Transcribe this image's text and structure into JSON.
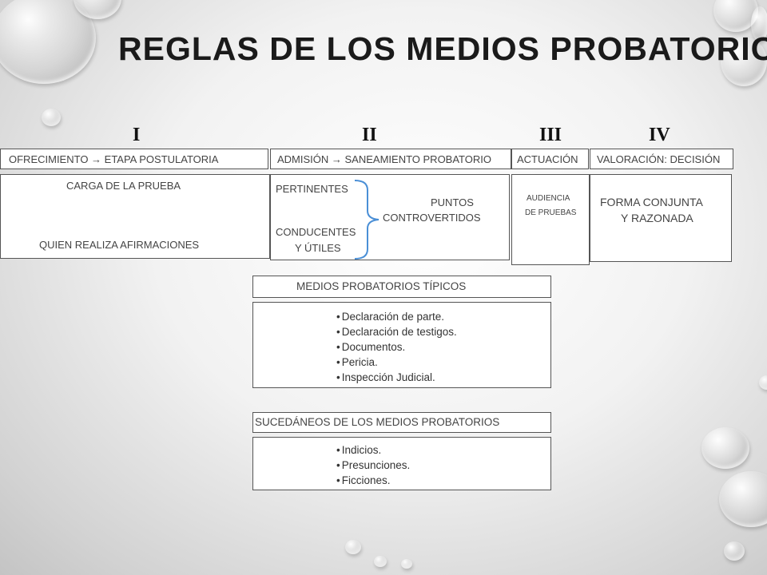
{
  "slide": {
    "title": "REGLAS DE LOS  MEDIOS PROBATORIOS",
    "stages": [
      {
        "numeral": "I",
        "header": "OFRECIMIENTO → ETAPA POSTULATORIA"
      },
      {
        "numeral": "II",
        "header": "ADMISIÓN → SANEAMIENTO PROBATORIO"
      },
      {
        "numeral": "III",
        "header": "ACTUACIÓN"
      },
      {
        "numeral": "IV",
        "header": "VALORACIÓN: DECISIÓN"
      }
    ],
    "stage1": {
      "line1": "CARGA DE LA PRUEBA",
      "line2": "QUIEN REALIZA AFIRMACIONES"
    },
    "stage2": {
      "pertinentes": "PERTINENTES",
      "conducentes": "CONDUCENTES",
      "utiles": "Y ÚTILES",
      "puntos": "PUNTOS",
      "controvertidos": "CONTROVERTIDOS"
    },
    "stage3": {
      "line1": "AUDIENCIA",
      "line2": "DE PRUEBAS"
    },
    "stage4": {
      "line1": "FORMA CONJUNTA",
      "line2": "Y RAZONADA"
    },
    "tipicos": {
      "header": "MEDIOS PROBATORIOS TÍPICOS",
      "items": [
        "Declaración de parte.",
        "Declaración de testigos.",
        "Documentos.",
        "Pericia.",
        "Inspección Judicial."
      ]
    },
    "sucedaneos": {
      "header": "SUCEDÁNEOS DE LOS MEDIOS PROBATORIOS",
      "items": [
        "Indicios.",
        "Presunciones.",
        "Ficciones."
      ]
    }
  }
}
